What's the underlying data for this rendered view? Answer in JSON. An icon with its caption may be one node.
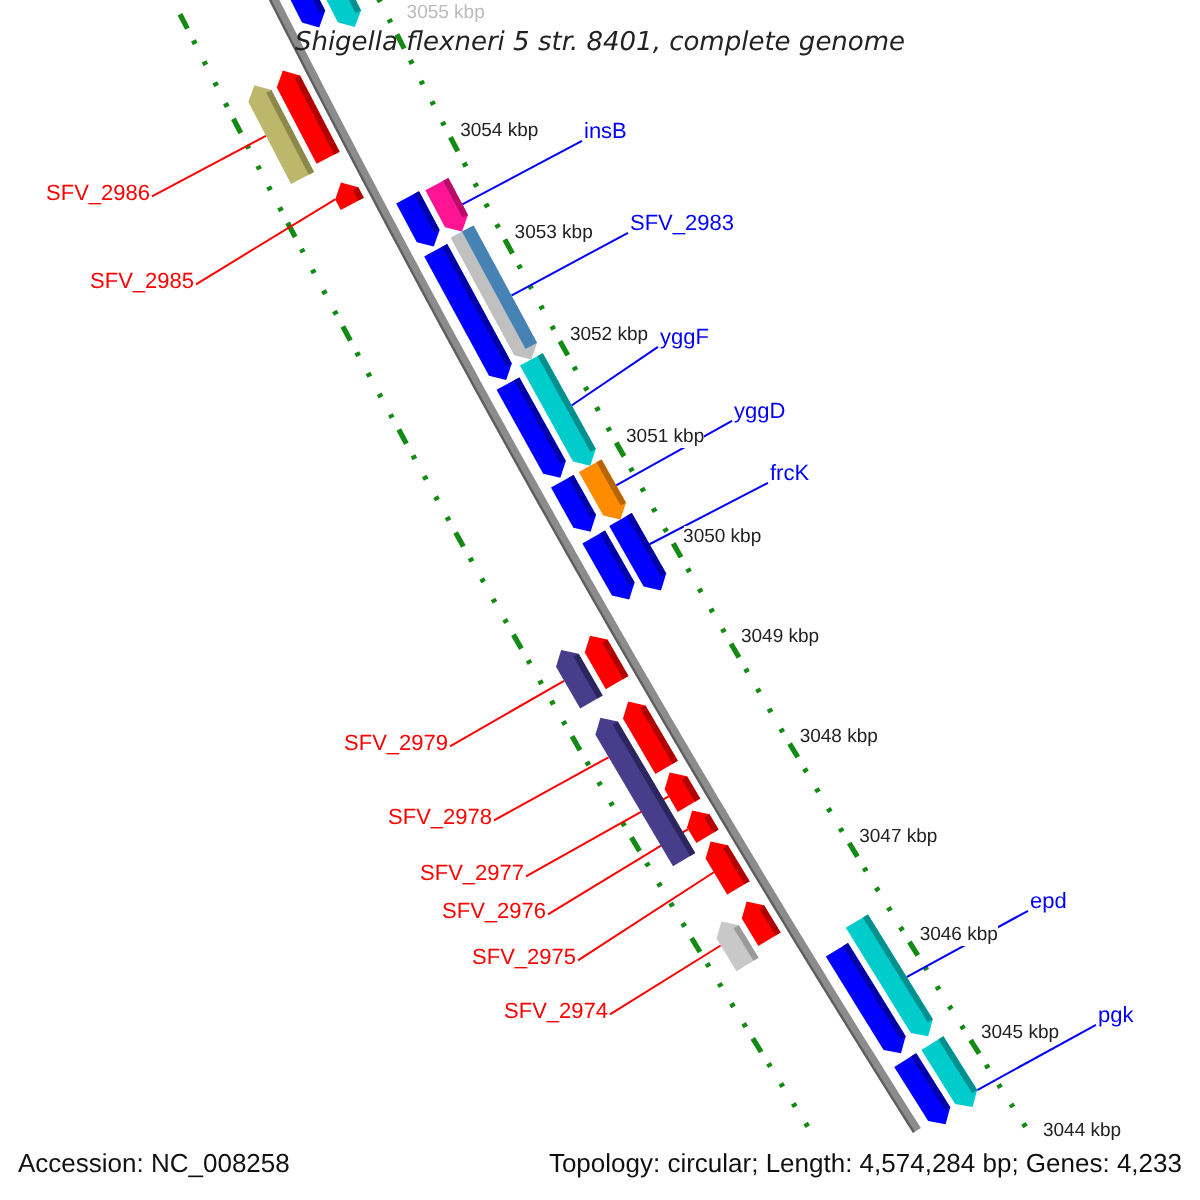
{
  "diagram": {
    "title": "Shigella flexneri 5 str. 8401, complete genome",
    "nodes": [
      {
        "text": [
          "insB"
        ]
      },
      {
        "text": [],
        "shape": "bar"
      },
      {
        "text": [
          "SFV_2986"
        ]
      },
      {
        "text": [],
        "shape": "bar"
      },
      {
        "text": [
          "SFV_2983"
        ]
      },
      {
        "text": [],
        "shape": "bar"
      },
      {
        "text": [
          "SFV_2985"
        ]
      },
      {
        "text": [],
        "shape": "bar"
      },
      {
        "text": [
          "yggF"
        ]
      },
      {
        "text": [],
        "shape": "bar"
      },
      {
        "text": [
          "yggD"
        ]
      },
      {
        "text": [],
        "shape": "bar"
      },
      {
        "text": [
          "frcK"
        ]
      },
      {
        "text": [],
        "shape": "bar"
      },
      {
        "text": [
          "SFV_2979"
        ]
      },
      {
        "text": [],
        "shape": "bar"
      },
      {
        "text": [
          "SFV_2978"
        ]
      },
      {
        "text": [],
        "shape": "bar"
      },
      {
        "text": [
          "SFV_2977"
        ]
      },
      {
        "text": [],
        "shape": "bar"
      },
      {
        "text": [
          "SFV_2976"
        ]
      },
      {
        "text": [],
        "shape": "bar"
      },
      {
        "text": [
          "epd"
        ]
      },
      {
        "text": [],
        "shape": "bar"
      },
      {
        "text": [
          "SFV_2975"
        ]
      },
      {
        "text": [],
        "shape": "bar"
      },
      {
        "text": [
          "SFV_2974"
        ]
      },
      {
        "text": [],
        "shape": "bar"
      },
      {
        "text": [
          "pgk"
        ]
      },
      {
        "text": [],
        "shape": "bar"
      },
      {
        "text": [],
        "shape": "bar"
      },
      {
        "text": [],
        "shape": "bar"
      },
      {
        "text": [],
        "shape": "bar"
      },
      {
        "text": [],
        "shape": "bar"
      },
      {
        "text": [],
        "shape": "bar"
      },
      {
        "text": [],
        "shape": "bar"
      },
      {
        "text": [],
        "shape": "bar"
      },
      {
        "text": [],
        "shape": "bar"
      },
      {
        "text": [],
        "shape": "bar"
      },
      {
        "text": [],
        "shape": "bar"
      },
      {
        "text": [],
        "shape": "bar"
      },
      {
        "text": [],
        "shape": "bar"
      },
      {
        "text": [],
        "shape": "bar"
      }
    ],
    "edges": [
      {
        "from": 0,
        "to": 1,
        "arrow": "none",
        "color": "#0000ff"
      },
      {
        "from": 2,
        "to": 3,
        "arrow": "none"
      },
      {
        "from": 4,
        "to": 5,
        "arrow": "none",
        "color": "#0000ff"
      },
      {
        "from": 6,
        "to": 7,
        "arrow": "none"
      },
      {
        "from": 8,
        "to": 9,
        "arrow": "none",
        "color": "#0000ff"
      },
      {
        "from": 10,
        "to": 11,
        "arrow": "none",
        "color": "#0000ff"
      },
      {
        "from": 12,
        "to": 13,
        "arrow": "none",
        "color": "#0000ff"
      },
      {
        "from": 14,
        "to": 15,
        "arrow": "none"
      },
      {
        "from": 16,
        "to": 17,
        "arrow": "none"
      },
      {
        "from": 18,
        "to": 19,
        "arrow": "none"
      },
      {
        "from": 20,
        "to": 21,
        "arrow": "none"
      },
      {
        "from": 22,
        "to": 23,
        "arrow": "none",
        "color": "#0000ff"
      },
      {
        "from": 24,
        "to": 25,
        "arrow": "none"
      },
      {
        "from": 26,
        "to": 27,
        "arrow": "none"
      },
      {
        "from": 28,
        "to": 29,
        "arrow": "none",
        "color": "#0000ff"
      }
    ],
    "labels": [
      "3055 kbp",
      "3054 kbp",
      "3053 kbp",
      "3052 kbp",
      "3051 kbp",
      "3050 kbp",
      "3049 kbp",
      "3048 kbp",
      "3047 kbp",
      "3046 kbp",
      "3045 kbp",
      "3044 kbp",
      "Accession: NC_008258",
      "Topology: circular; Length: 4,574,284 bp; Genes: 4,233"
    ]
  }
}
